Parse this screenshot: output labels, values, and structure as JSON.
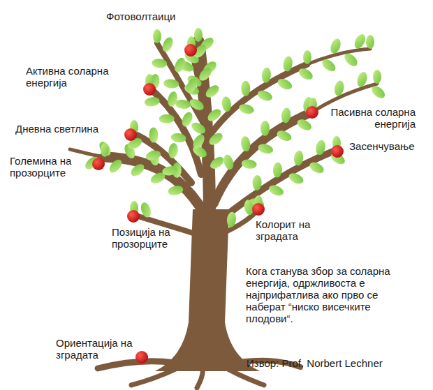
{
  "diagram": {
    "labels": [
      "Фотоволтаици",
      "Активна соларна енергија",
      "Пасивна соларна енергија",
      "Дневна светлина",
      "Засенчување",
      "Големина на прозорците",
      "Позиција на прозорците",
      "Колорит на зградата",
      "Кога станува збор за соларна енергија, одржливоста е најприфатлива ако прво се наберат “ниско висечките плодови“.",
      "Ориентација на зградата",
      "Извор: Prof. Norbert Lechner"
    ]
  }
}
